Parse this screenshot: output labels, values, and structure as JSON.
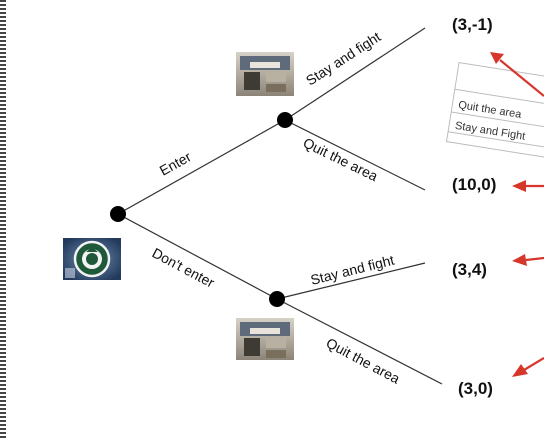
{
  "colors": {
    "line": "#333333",
    "node": "#000000",
    "arrow": "#d6362b",
    "border_stripe": "#444444",
    "table_border": "#bcbcbc"
  },
  "tree": {
    "branches": {
      "enter": "Enter",
      "dont_enter": "Don't enter",
      "upper_stay": "Stay and fight",
      "upper_quit": "Quit the area",
      "lower_stay": "Stay and fight",
      "lower_quit": "Quit the area"
    },
    "payoffs": {
      "enter_stay": "(3,-1)",
      "enter_quit": "(10,0)",
      "dont_stay": "(3,4)",
      "dont_quit": "(3,0)"
    }
  },
  "table": {
    "rows": [
      "Quit the area",
      "Stay and Fight"
    ]
  },
  "images": {
    "root_player": "starbucks-logo",
    "upper_player": "cafe-storefront-photo",
    "lower_player": "cafe-storefront-photo"
  }
}
